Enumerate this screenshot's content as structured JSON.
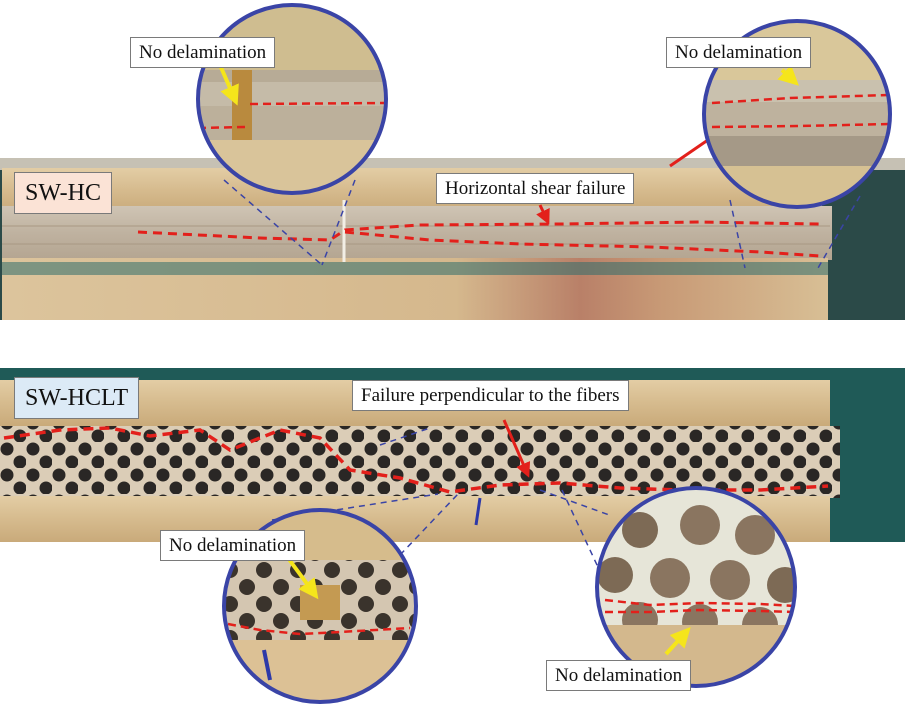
{
  "figure": {
    "top_panel_label": "SW-HC",
    "bottom_panel_label": "SW-HCLT",
    "top_annotation": "Horizontal shear failure",
    "bottom_annotation": "Failure perpendicular to the fibers",
    "inset_label_top_left": "No delamination",
    "inset_label_top_right": "No delamination",
    "inset_label_bottom_left": "No delamination",
    "inset_label_bottom_right": "No delamination"
  },
  "colors": {
    "wood": "#d8bf95",
    "core_top": "#c7b9a6",
    "core_bottom": "#d9ccb8",
    "background_green": "#1f5a57",
    "crack_line": "#e3201b",
    "yellow_arrow": "#f5e51b",
    "circle_border": "#3a44a6",
    "label_top_bg": "#fbe3d6",
    "label_bottom_bg": "#dceaf6"
  }
}
